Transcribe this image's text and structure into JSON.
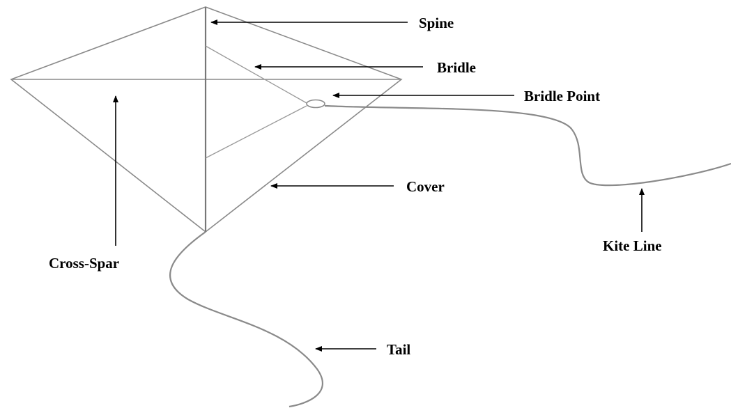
{
  "labels": {
    "spine": "Spine",
    "bridle": "Bridle",
    "bridle_point": "Bridle Point",
    "cover": "Cover",
    "cross_spar": "Cross-Spar",
    "kite_line": "Kite Line",
    "tail": "Tail"
  },
  "colors": {
    "structure_stroke": "#8a8a8a",
    "arrow": "#000000",
    "background": "#ffffff"
  }
}
